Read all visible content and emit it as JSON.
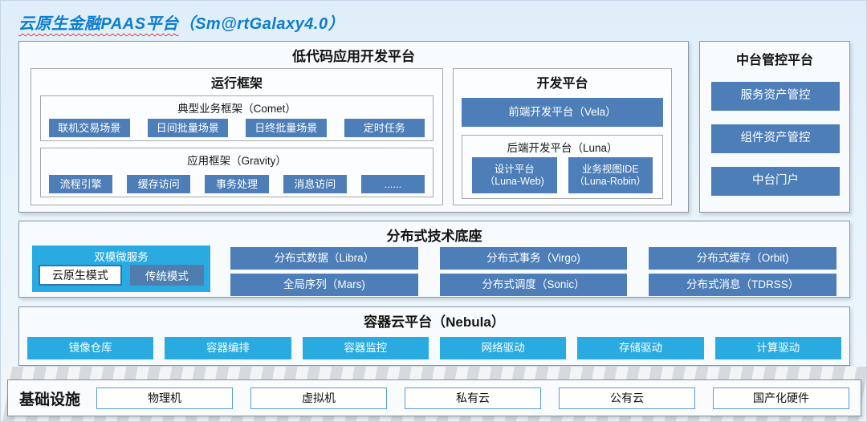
{
  "page": {
    "title_main": "云原生金融PAAS平台",
    "title_suffix": "（Sm@rtGalaxy4.0）"
  },
  "colors": {
    "title_blue": "#0d7dcd",
    "node_steel_blue": "#4d7eb8",
    "node_cyan": "#29abe2",
    "traditional_mode_blue": "#4e7dae",
    "infra_border_blue": "#5b9bd5",
    "wavy_underline_red": "#e23a2e"
  },
  "low_code_platform": {
    "title": "低代码应用开发平台",
    "runtime_framework": {
      "title": "运行框架",
      "comet": {
        "title": "典型业务框架（Comet）",
        "items": [
          "联机交易场景",
          "日间批量场景",
          "日终批量场景",
          "定时任务"
        ]
      },
      "gravity": {
        "title": "应用框架（Gravity）",
        "items": [
          "流程引擎",
          "缓存访问",
          "事务处理",
          "消息访问",
          "......"
        ]
      }
    },
    "dev_platform": {
      "title": "开发平台",
      "vela": "前端开发平台（Vela）",
      "luna": {
        "title": "后端开发平台（Luna）",
        "items": [
          {
            "line1": "设计平台",
            "line2": "（Luna-Web)"
          },
          {
            "line1": "业务视图IDE",
            "line2": "（Luna-Robin）"
          }
        ]
      }
    }
  },
  "middle_platform": {
    "title": "中台管控平台",
    "items": [
      "服务资产管控",
      "组件资产管控",
      "中台门户"
    ]
  },
  "distributed_base": {
    "title": "分布式技术底座",
    "dual_mode": {
      "title": "双模微服务",
      "cloud_native": "云原生模式",
      "traditional": "传统模式"
    },
    "items": [
      "分布式数据（Libra）",
      "分布式事务（Virgo)",
      "分布式缓存（Orbit)",
      "全局序列（Mars)",
      "分布式调度（Sonic）",
      "分布式消息（TDRSS）"
    ]
  },
  "container_cloud": {
    "title": "容器云平台（Nebula）",
    "items": [
      "镜像仓库",
      "容器编排",
      "容器监控",
      "网络驱动",
      "存储驱动",
      "计算驱动"
    ]
  },
  "infrastructure": {
    "title": "基础设施",
    "items": [
      "物理机",
      "虚拟机",
      "私有云",
      "公有云",
      "国产化硬件"
    ]
  }
}
